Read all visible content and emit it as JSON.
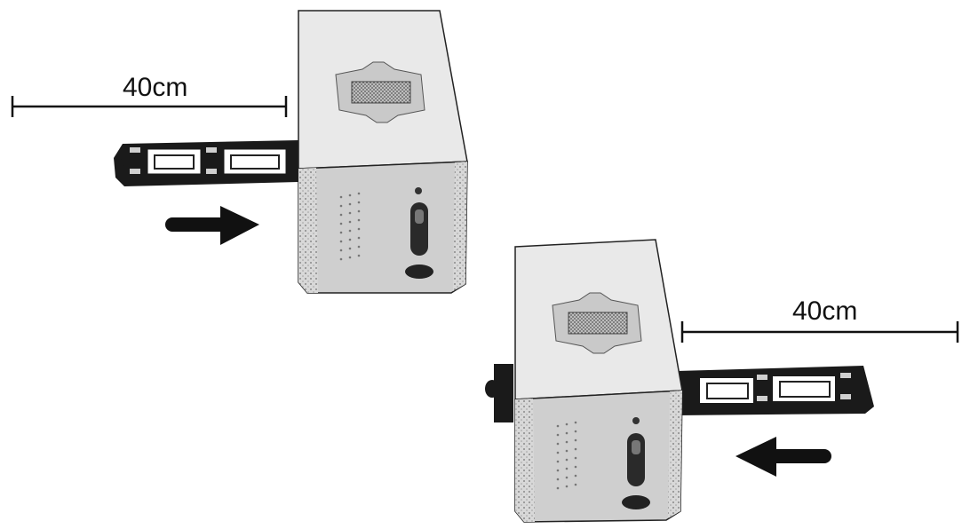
{
  "top_scene": {
    "clearance_label": "40cm",
    "insert_direction": "right",
    "arrow_icon": "arrow-right-icon"
  },
  "bottom_scene": {
    "clearance_label": "40cm",
    "insert_direction": "left",
    "arrow_icon": "arrow-left-icon"
  },
  "colors": {
    "line": "#111111",
    "scanner_top": "#e9e9e9",
    "scanner_front": "#cfcfcf",
    "scanner_side": "#dedede",
    "holder": "#1a1a1a",
    "window_label": "#c9c9c9"
  }
}
